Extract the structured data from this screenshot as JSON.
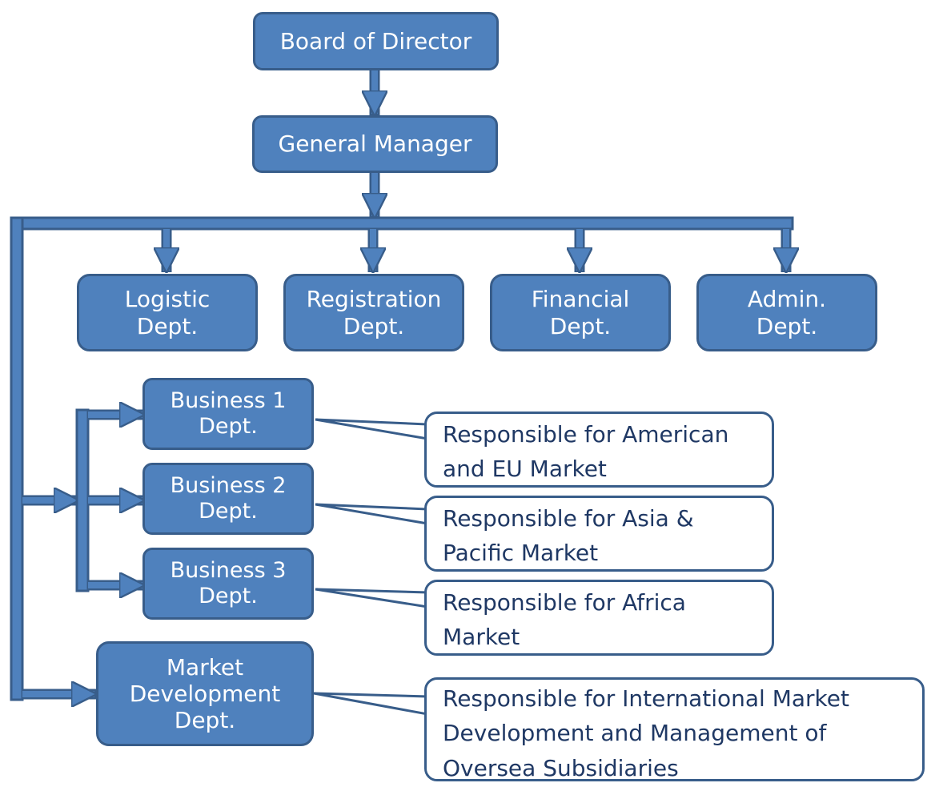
{
  "org_chart": {
    "board": {
      "label": "Board of Director"
    },
    "general_manager": {
      "label": "General Manager"
    },
    "departments": [
      {
        "id": "logistic",
        "lines": [
          "Logistic",
          "Dept."
        ]
      },
      {
        "id": "registration",
        "lines": [
          "Registration",
          "Dept."
        ]
      },
      {
        "id": "financial",
        "lines": [
          "Financial",
          "Dept."
        ]
      },
      {
        "id": "admin",
        "lines": [
          "Admin.",
          "Dept."
        ]
      }
    ],
    "business_units": [
      {
        "id": "business-1",
        "lines": [
          "Business 1",
          "Dept."
        ],
        "note_lines": [
          "Responsible for American",
          "and EU Market"
        ]
      },
      {
        "id": "business-2",
        "lines": [
          "Business 2",
          "Dept."
        ],
        "note_lines": [
          "Responsible for Asia &",
          "Pacific Market"
        ]
      },
      {
        "id": "business-3",
        "lines": [
          "Business 3",
          "Dept."
        ],
        "note_lines": [
          "Responsible for Africa",
          "Market"
        ]
      }
    ],
    "market_development": {
      "lines": [
        "Market",
        "Development",
        "Dept."
      ],
      "note_lines": [
        "Responsible for International Market",
        "Development and Management of",
        "Oversea Subsidiaries"
      ]
    }
  },
  "colors": {
    "box_fill": "#4f81bd",
    "box_border": "#385d8a",
    "note_text": "#1f3864"
  }
}
